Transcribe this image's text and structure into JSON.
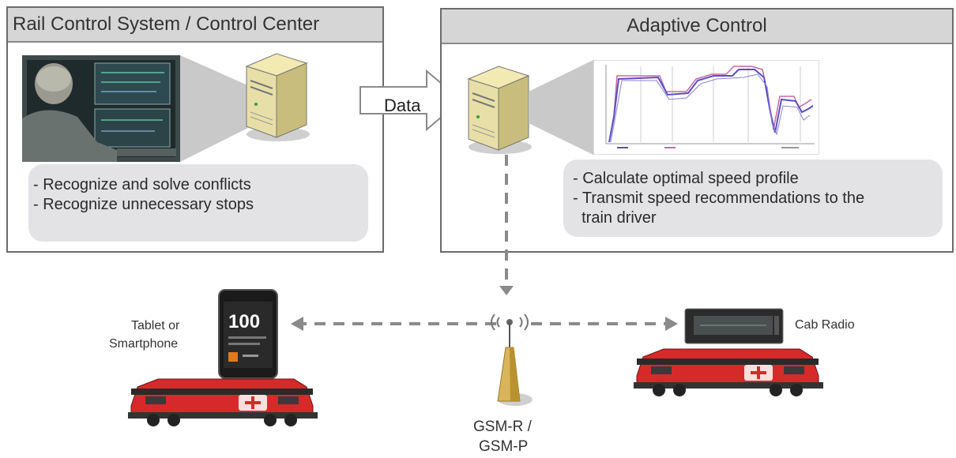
{
  "left_panel": {
    "title": "Rail Control System / Control Center",
    "bullets": [
      "- Recognize and solve conflicts",
      "- Recognize unnecessary stops"
    ]
  },
  "right_panel": {
    "title": "Adaptive Control",
    "bullets": [
      "- Calculate optimal speed profile",
      "- Transmit speed recommendations to the",
      "  train driver"
    ]
  },
  "data_arrow": {
    "label": "Data"
  },
  "devices": {
    "tablet_label": [
      "Tablet or",
      "Smartphone"
    ],
    "tablet_screen_value": "100",
    "cab_radio_label": "Cab Radio"
  },
  "antenna": {
    "label_line1": "GSM-R /",
    "label_line2": "GSM-P"
  },
  "colors": {
    "train_red": "#d62a2a",
    "panel_header": "#d6d6d6",
    "note_bg": "#e3e3e6",
    "profile_blue": "#5a4fc4",
    "profile_magenta": "#c46aa8"
  }
}
